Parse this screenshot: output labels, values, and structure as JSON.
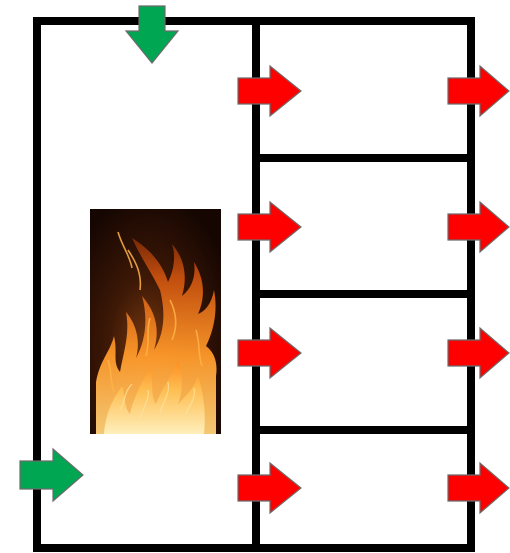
{
  "diagram": {
    "structure": {
      "left_compartments": 1,
      "right_compartments": 4,
      "wall_color": "#000000",
      "background_color": "#ffffff"
    },
    "fire_source": {
      "icon": "fire-icon",
      "location": "left-compartment"
    },
    "arrows": {
      "inflow_color": "#00a651",
      "outflow_color": "#ff0000",
      "outline_color": "#6b6b6b",
      "inflow": [
        {
          "name": "top-inflow-arrow",
          "direction": "down",
          "location": "left-compartment-top"
        },
        {
          "name": "left-inflow-arrow",
          "direction": "right",
          "location": "left-compartment-bottom"
        }
      ],
      "outflow": [
        {
          "name": "inner-outflow-arrow-1",
          "direction": "right",
          "location": "into-room-1"
        },
        {
          "name": "inner-outflow-arrow-2",
          "direction": "right",
          "location": "into-room-2"
        },
        {
          "name": "inner-outflow-arrow-3",
          "direction": "right",
          "location": "into-room-3"
        },
        {
          "name": "inner-outflow-arrow-4",
          "direction": "right",
          "location": "into-room-4"
        },
        {
          "name": "outer-outflow-arrow-1",
          "direction": "right",
          "location": "out-of-room-1"
        },
        {
          "name": "outer-outflow-arrow-2",
          "direction": "right",
          "location": "out-of-room-2"
        },
        {
          "name": "outer-outflow-arrow-3",
          "direction": "right",
          "location": "out-of-room-3"
        },
        {
          "name": "outer-outflow-arrow-4",
          "direction": "right",
          "location": "out-of-room-4"
        }
      ]
    }
  }
}
